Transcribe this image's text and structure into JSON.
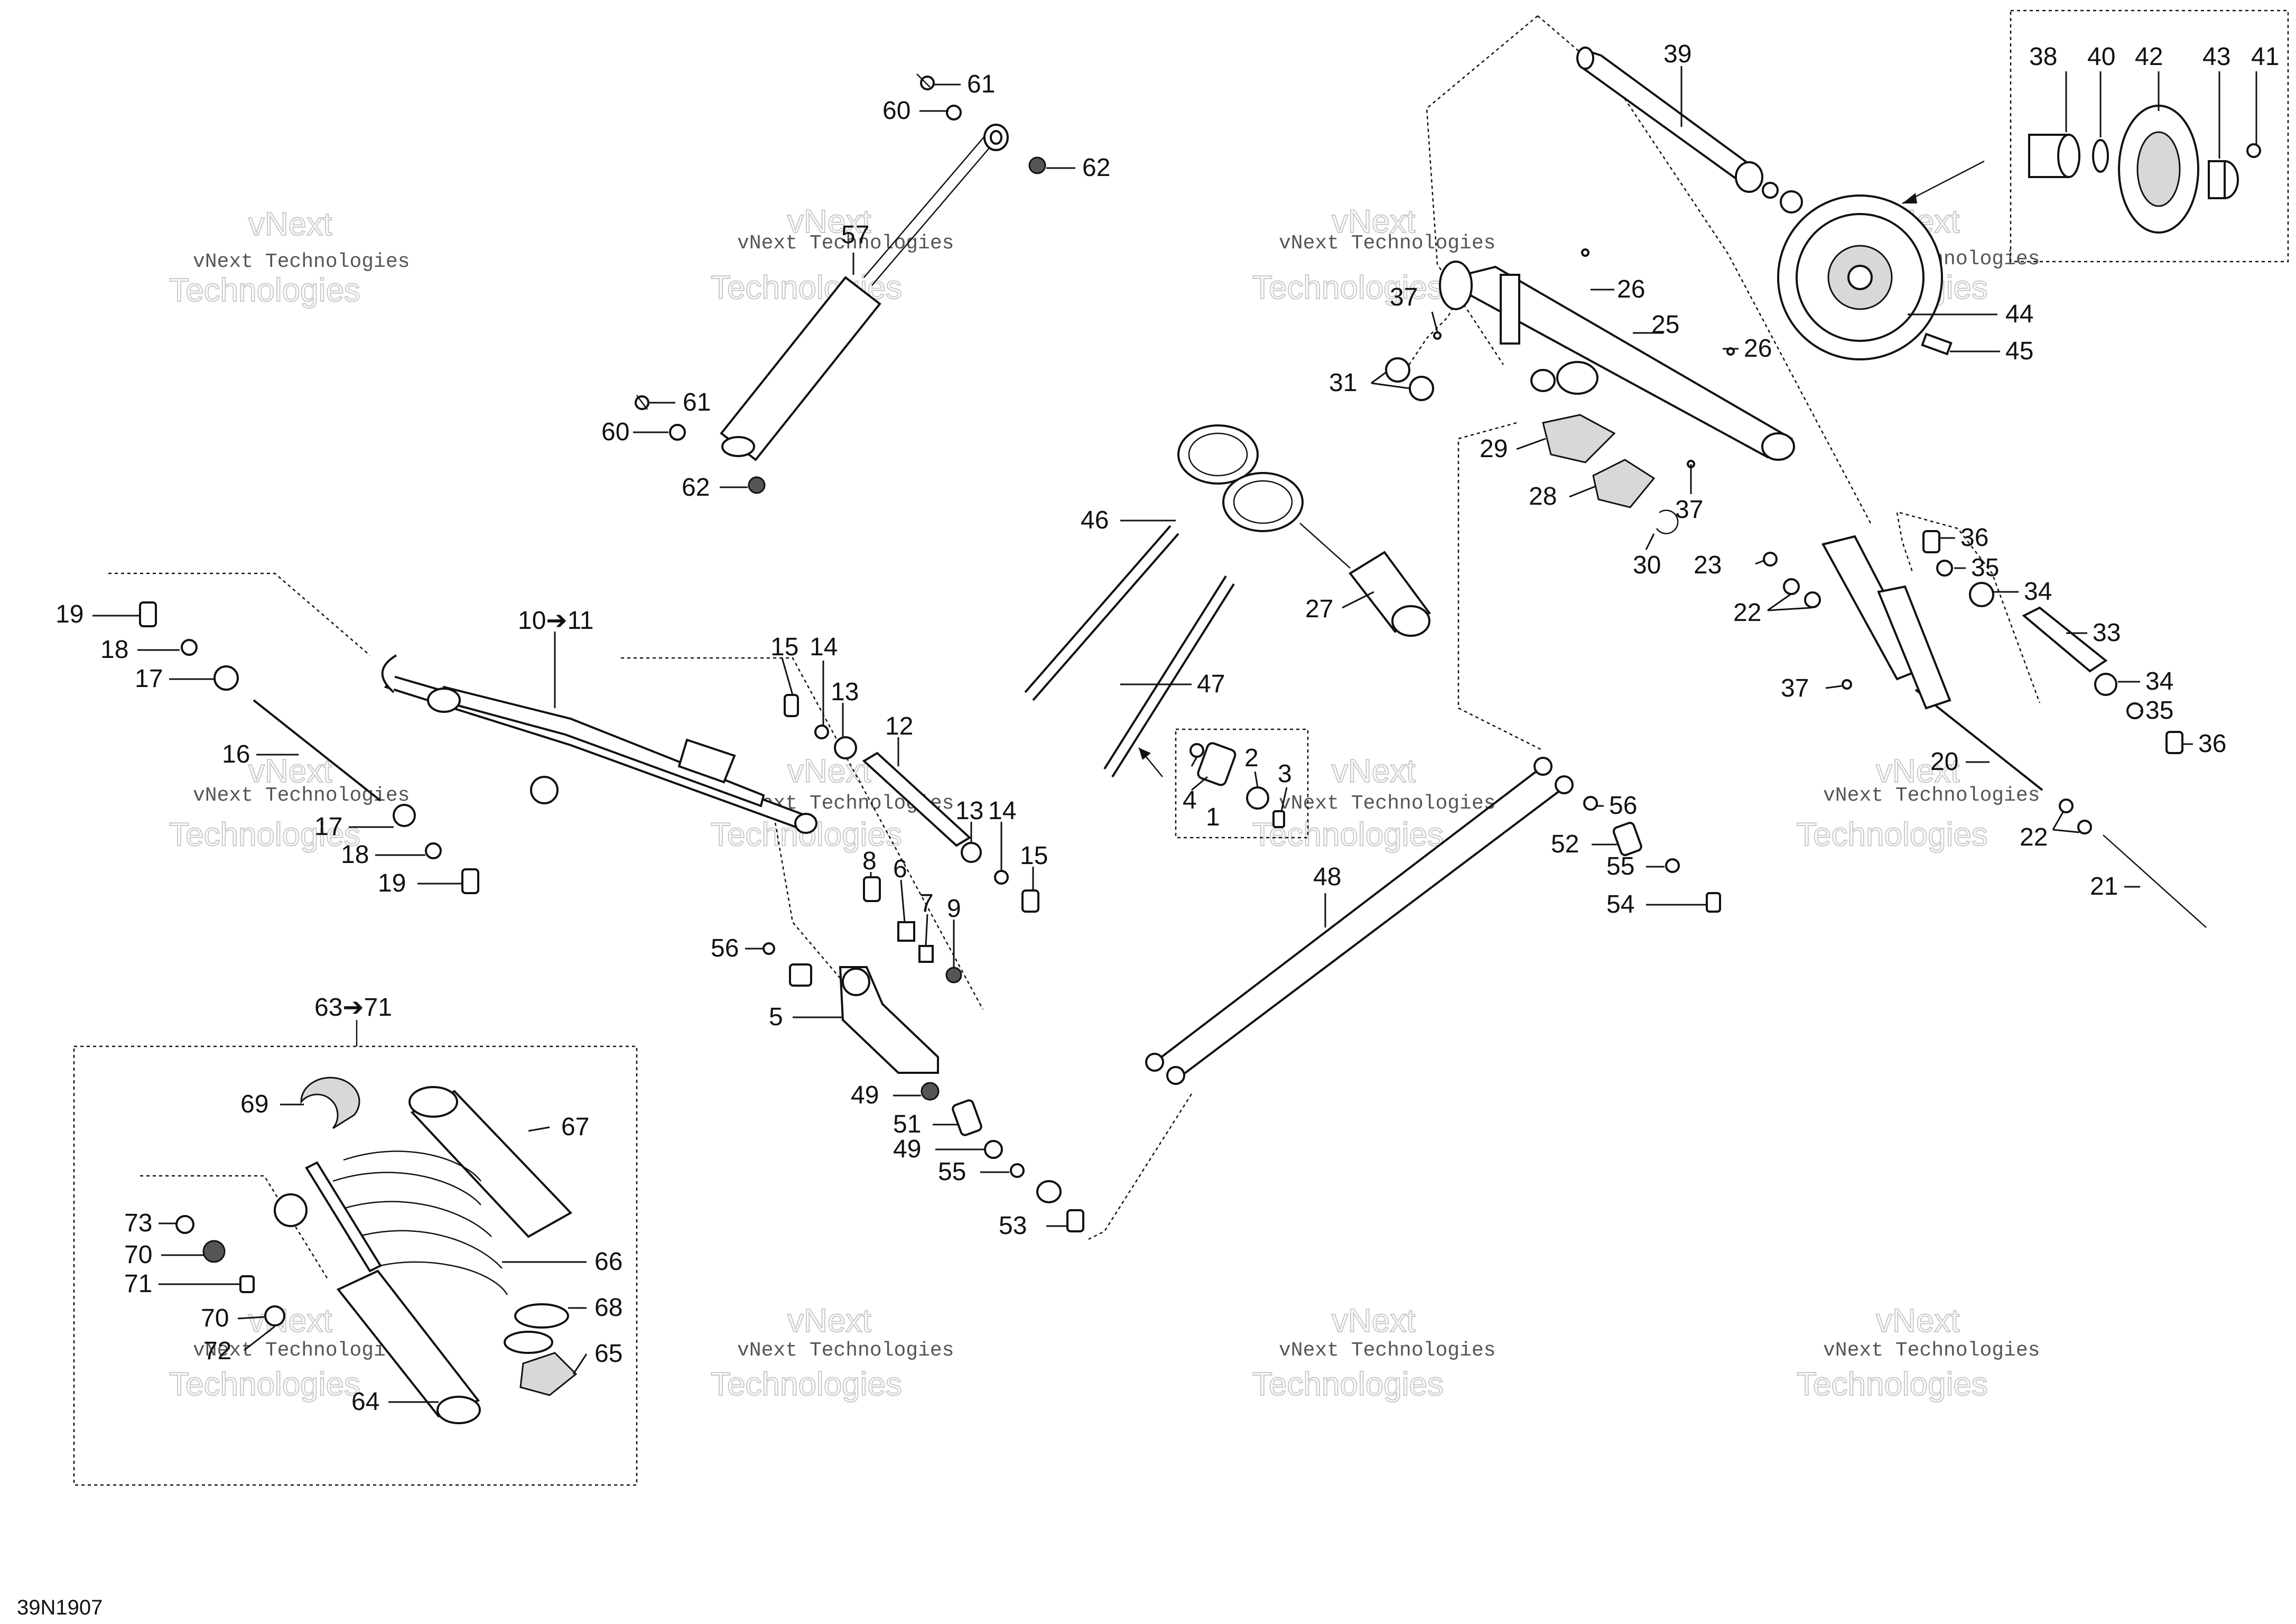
{
  "diagram_code": "39N1907",
  "watermark": {
    "line1": "vNext Technologies",
    "line2": "vNext",
    "line3": "Technologies"
  },
  "callouts": {
    "c1": "1",
    "c2": "2",
    "c3": "3",
    "c4": "4",
    "c5": "5",
    "c6": "6",
    "c7": "7",
    "c8": "8",
    "c9": "9",
    "c10_11": "10➔11",
    "c12": "12",
    "c13a": "13",
    "c13b": "13",
    "c14a": "14",
    "c14b": "14",
    "c15a": "15",
    "c15b": "15",
    "c16": "16",
    "c17a": "17",
    "c17b": "17",
    "c18a": "18",
    "c18b": "18",
    "c19a": "19",
    "c19b": "19",
    "c20": "20",
    "c21": "21",
    "c22a": "22",
    "c22b": "22",
    "c23": "23",
    "c25": "25",
    "c26a": "26",
    "c26b": "26",
    "c27": "27",
    "c28": "28",
    "c29": "29",
    "c30": "30",
    "c31": "31",
    "c33": "33",
    "c34a": "34",
    "c34b": "34",
    "c35a": "35",
    "c35b": "35",
    "c36a": "36",
    "c36b": "36",
    "c37a": "37",
    "c37b": "37",
    "c37c": "37",
    "c38": "38",
    "c39": "39",
    "c40": "40",
    "c41": "41",
    "c42": "42",
    "c43": "43",
    "c44": "44",
    "c45": "45",
    "c46": "46",
    "c47": "47",
    "c48": "48",
    "c49a": "49",
    "c49b": "49",
    "c51": "51",
    "c52": "52",
    "c53": "53",
    "c54": "54",
    "c55a": "55",
    "c55b": "55",
    "c56a": "56",
    "c56b": "56",
    "c57": "57",
    "c60a": "60",
    "c60b": "60",
    "c61a": "61",
    "c61b": "61",
    "c62a": "62",
    "c62b": "62",
    "c63_71": "63➔71",
    "c64": "64",
    "c65": "65",
    "c66": "66",
    "c67": "67",
    "c68": "68",
    "c69": "69",
    "c70a": "70",
    "c70b": "70",
    "c71": "71",
    "c72": "72",
    "c73": "73"
  }
}
